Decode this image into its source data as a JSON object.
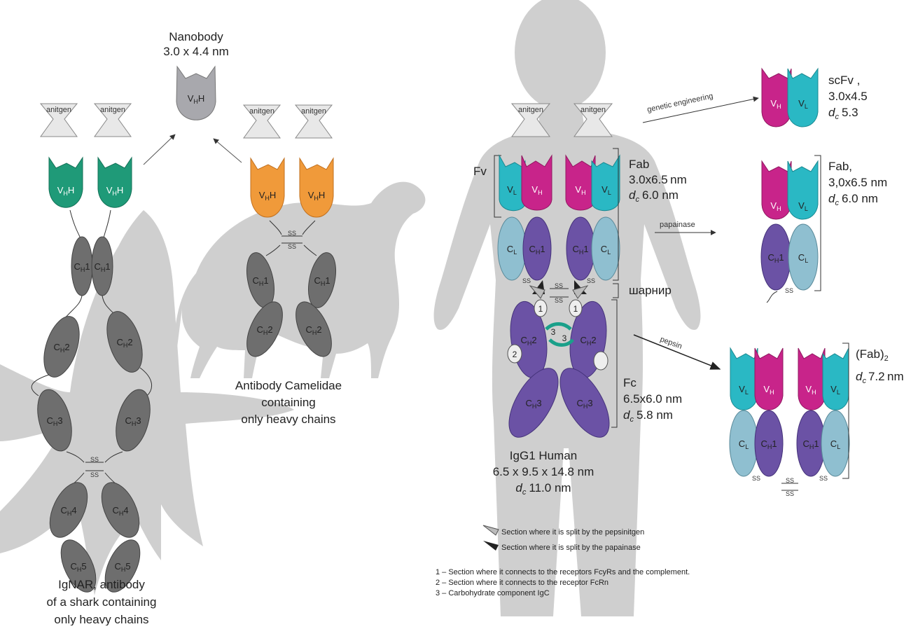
{
  "colors": {
    "silhouette": "#c9c9c9",
    "heavy_grey": "#6e6e6e",
    "nanobody": "#a8a8ad",
    "shark_vhh": "#1f9a78",
    "camel_vhh": "#f09a3a",
    "vh": "#c8248a",
    "vl": "#2ab8c4",
    "ch": "#6b52a5",
    "cl": "#8fbfd0",
    "carb": "#1aa08a"
  },
  "nanobody": {
    "title": "Nanobody",
    "size": "3.0 x 4.4 nm",
    "domain": "V",
    "sub": "H",
    "suffix": "H"
  },
  "antigen_label": "anitgen",
  "shark": {
    "vhh": {
      "main": "V",
      "sub": "H",
      "suffix": "H"
    },
    "domains": [
      {
        "main": "C",
        "sub": "H",
        "num": "1"
      },
      {
        "main": "C",
        "sub": "H",
        "num": "2"
      },
      {
        "main": "C",
        "sub": "H",
        "num": "3"
      },
      {
        "main": "C",
        "sub": "H",
        "num": "4"
      },
      {
        "main": "C",
        "sub": "H",
        "num": "5"
      }
    ],
    "ss": "SS",
    "caption": [
      "IgNAR, antibody",
      "of a shark containing",
      "only heavy chains"
    ]
  },
  "camel": {
    "vhh": {
      "main": "V",
      "sub": "H",
      "suffix": "H"
    },
    "domains": [
      {
        "main": "C",
        "sub": "H",
        "num": "1"
      },
      {
        "main": "C",
        "sub": "H",
        "num": "2"
      }
    ],
    "ss": "SS",
    "caption": [
      "Antibody Camelidae",
      "containing",
      "only heavy chains"
    ]
  },
  "human": {
    "fv_label": "Fv",
    "fab": {
      "title": "Fab",
      "size": "3.0x6.5 nm",
      "dc_symbol": "d",
      "dc_sub": "c",
      "dc_value": "6.0 nm"
    },
    "hinge_label": "шарнир",
    "fc": {
      "title": "Fc",
      "size": "6.5x6.0 nm",
      "dc_symbol": "d",
      "dc_sub": "c",
      "dc_value": "5.8 nm"
    },
    "domains": {
      "vl": "V",
      "vl_sub": "L",
      "vh": "V",
      "vh_sub": "H",
      "cl": "C",
      "cl_sub": "L",
      "ch1": "C",
      "ch1_sub": "H",
      "ch1_num": "1",
      "ch2": "C",
      "ch2_sub": "H",
      "ch2_num": "2",
      "ch3": "C",
      "ch3_sub": "H",
      "ch3_num": "3"
    },
    "markers": [
      "1",
      "2",
      "3"
    ],
    "ss": "SS",
    "caption": {
      "line1": "IgG1 Human",
      "line2": "6.5 x 9.5 x 14.8 nm",
      "dc_symbol": "d",
      "dc_sub": "c",
      "dc_value": "11.0 nm"
    }
  },
  "arrows": {
    "genetic": "genetic engineering",
    "papainase": "papainase",
    "pepsin": "pepsin"
  },
  "scfv": {
    "title": "scFv ,",
    "size": "3.0x4.5",
    "dc_symbol": "d",
    "dc_sub": "c",
    "dc_value": "5.3"
  },
  "fab_fragment": {
    "title": "Fab,",
    "size": "3,0x6.5 nm",
    "dc_symbol": "d",
    "dc_sub": "c",
    "dc_value": "6.0 nm"
  },
  "fab2": {
    "title": "(Fab)",
    "title_sub": "2",
    "dc_symbol": "d",
    "dc_sub": "c",
    "dc_value": "7.2 nm"
  },
  "legend": {
    "pepsin_line": "Section where it is split by the pepsinitgen",
    "papain_line": "Section where it is split by the papainase",
    "notes": [
      "1 – Section where it connects to the receptors FcyRs and the complement.",
      "2 – Section where it connects to the receptor FcRn",
      "3 – Carbohydrate component IgC"
    ]
  }
}
